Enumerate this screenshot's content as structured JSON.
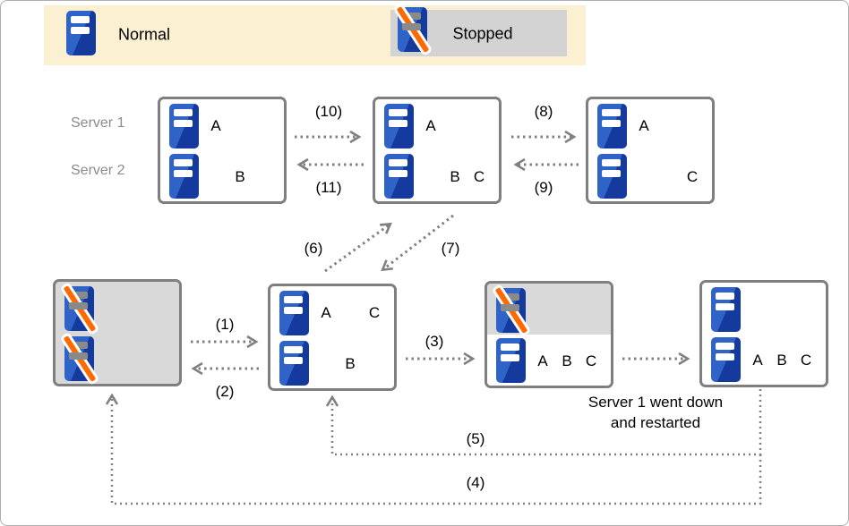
{
  "legend": {
    "normal_label": "Normal",
    "stopped_label": "Stopped"
  },
  "row_labels": {
    "server1": "Server 1",
    "server2": "Server 2"
  },
  "states": {
    "s1": {
      "r1c1": "A",
      "r2c2": "B"
    },
    "s2": {
      "r1c1": "A",
      "r2c2": "B",
      "r2c3": "C"
    },
    "s3": {
      "r1c1": "A",
      "r2c3": "C"
    },
    "s5": {
      "r1c1": "A",
      "r1c3": "C",
      "r2c2": "B"
    },
    "s6": {
      "r2c1": "A",
      "r2c2": "B",
      "r2c3": "C"
    },
    "s7": {
      "r2c1": "A",
      "r2c2": "B",
      "r2c3": "C"
    }
  },
  "arrows": {
    "n1": "(1)",
    "n2": "(2)",
    "n3": "(3)",
    "n4": "(4)",
    "n5": "(5)",
    "n6": "(6)",
    "n7": "(7)",
    "n8": "(8)",
    "n9": "(9)",
    "n10": "(10)",
    "n11": "(11)"
  },
  "note": {
    "line1": "Server 1 went down",
    "line2": "and restarted"
  },
  "colors": {
    "server_blue_light": "#2f63c7",
    "server_blue_dark": "#153a9e",
    "stopped_slash_orange": "#ff6a00",
    "legend_background": "#fcf0d2",
    "stopped_fill_gray": "#d9d9d9",
    "box_border_gray": "#7f7f7f",
    "arrow_gray": "#808080"
  }
}
